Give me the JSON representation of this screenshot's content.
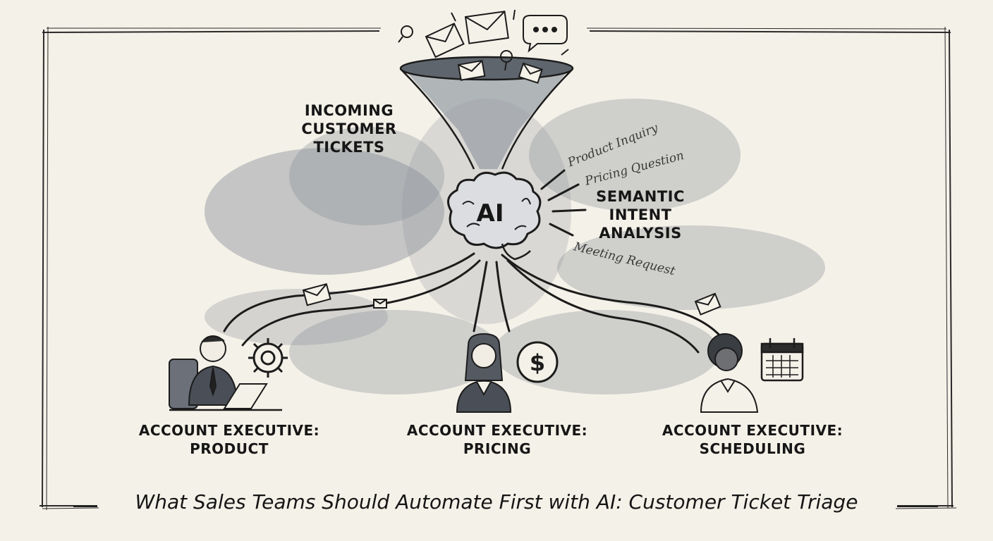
{
  "title": "What Sales Teams Should Automate First with AI: Customer Ticket Triage",
  "incoming": {
    "line1": "INCOMING",
    "line2": "CUSTOMER",
    "line3": "TICKETS"
  },
  "analysis": {
    "line1": "SEMANTIC",
    "line2": "INTENT",
    "line3": "ANALYSIS"
  },
  "brain_label": "AI",
  "intents": {
    "product": "Product Inquiry",
    "pricing": "Pricing Question",
    "meeting": "Meeting Request"
  },
  "executives": [
    {
      "line1": "ACCOUNT EXECUTIVE:",
      "line2": "PRODUCT",
      "icon": "gear-icon"
    },
    {
      "line1": "ACCOUNT EXECUTIVE:",
      "line2": "PRICING",
      "icon": "dollar-icon"
    },
    {
      "line1": "ACCOUNT EXECUTIVE:",
      "line2": "SCHEDULING",
      "icon": "calendar-icon"
    }
  ],
  "palette": {
    "paper": "#f4f1e8",
    "ink": "#1c1c1c",
    "wash": "#8a9099"
  }
}
